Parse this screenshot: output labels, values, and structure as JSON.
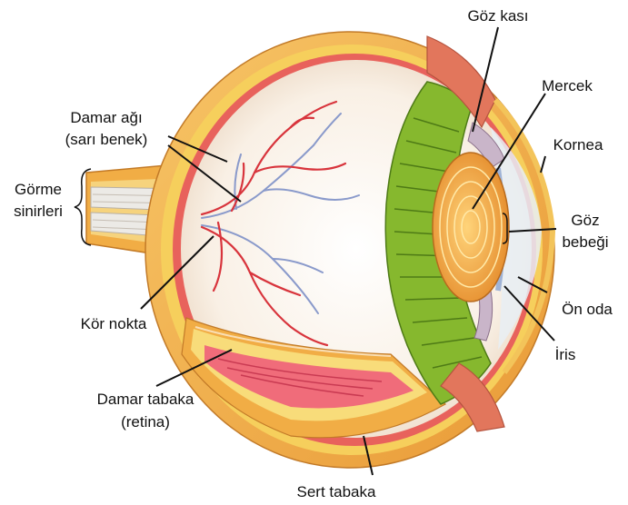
{
  "labels": {
    "goz_kasi": "Göz kası",
    "mercek": "Mercek",
    "kornea": "Kornea",
    "goz_bebegi_1": "Göz",
    "goz_bebegi_2": "bebeği",
    "on_oda": "Ön oda",
    "iris": "İris",
    "sert_tabaka": "Sert tabaka",
    "damar_tabaka_1": "Damar tabaka",
    "damar_tabaka_2": "(retina)",
    "kor_nokta": "Kör nokta",
    "gorme_sinirleri_1": "Görme",
    "gorme_sinirleri_2": "sinirleri",
    "damar_agi_1": "Damar ağı",
    "damar_agi_2": "(sarı benek)"
  },
  "colors": {
    "sclera": "#f2b24a",
    "choroid": "#e6615e",
    "retina": "#f5d75a",
    "interior": "#fbf3ea",
    "ciliary": "#8bbd2f",
    "lens": "#f0a43a",
    "artery": "#d8343c",
    "vein": "#8a9acb"
  }
}
